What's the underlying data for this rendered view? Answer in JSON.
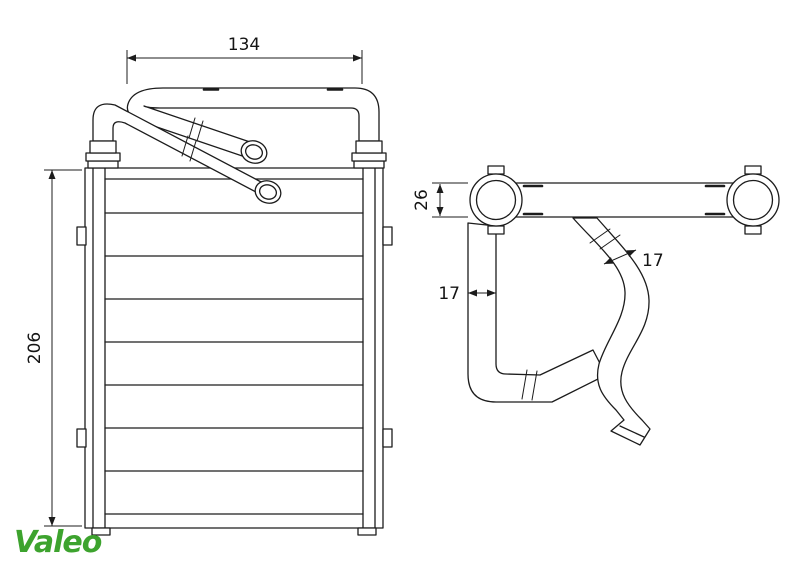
{
  "drawing": {
    "logo_text": "Valeo",
    "dimensions": {
      "core_width": "134",
      "core_height": "206",
      "tube_diameter": "26",
      "left_pipe_diameter": "17",
      "right_pipe_diameter": "17"
    },
    "colors": {
      "line": "#1c1c1c",
      "logo_green": "#3da32e",
      "background": "#ffffff"
    }
  }
}
